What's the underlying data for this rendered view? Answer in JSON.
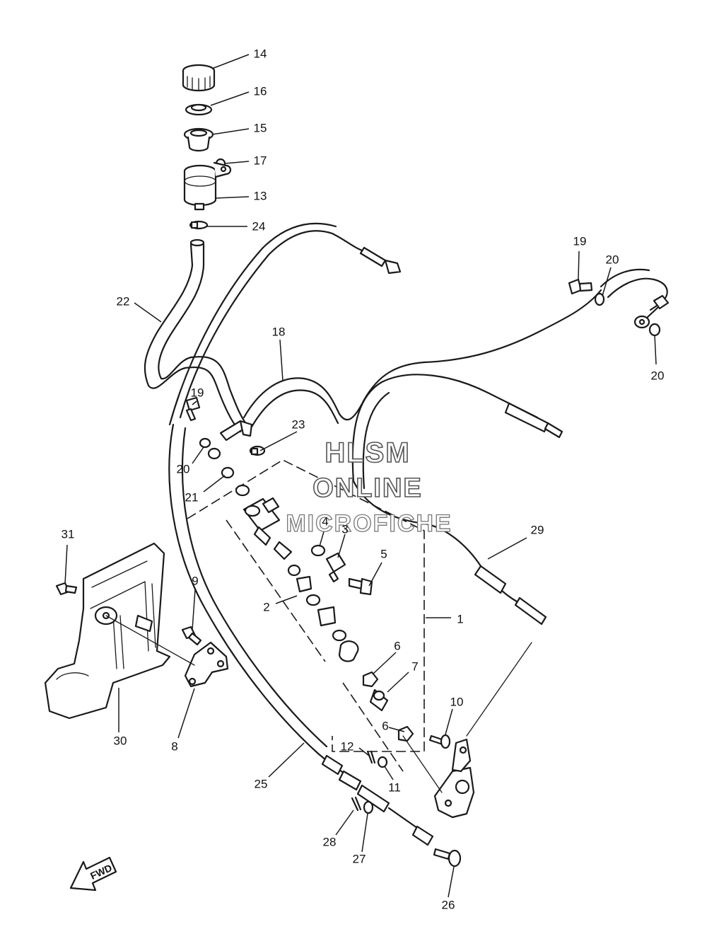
{
  "diagram": {
    "callouts": [
      "14",
      "16",
      "15",
      "17",
      "13",
      "24",
      "22",
      "18",
      "19",
      "20",
      "19",
      "20",
      "20",
      "23",
      "21",
      "4",
      "3",
      "5",
      "29",
      "31",
      "9",
      "2",
      "1",
      "6",
      "7",
      "10",
      "6",
      "12",
      "11",
      "30",
      "8",
      "25",
      "28",
      "27",
      "26"
    ],
    "watermark": {
      "line1": "HLSM",
      "line2": "ONLINE",
      "line3": "MICROFICHE"
    },
    "direction_tag": "FWD"
  }
}
